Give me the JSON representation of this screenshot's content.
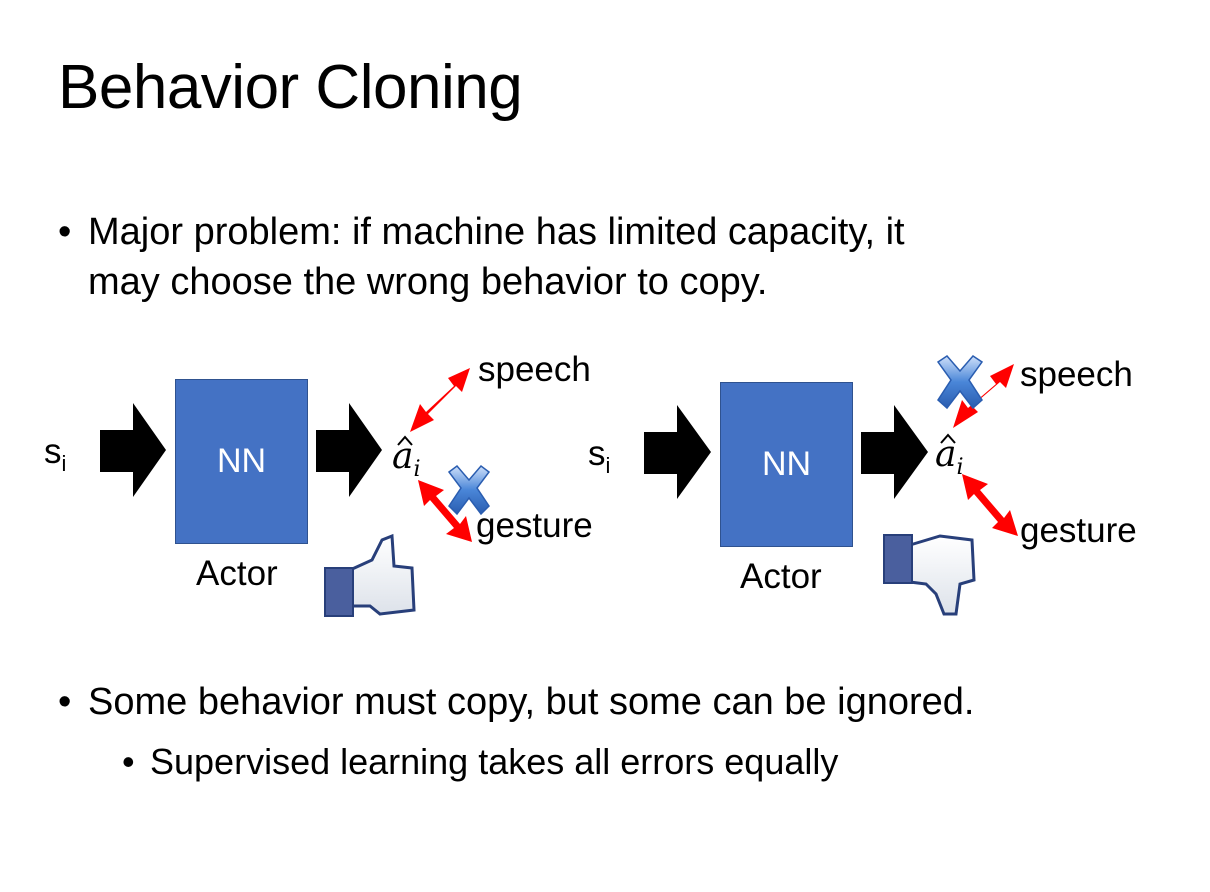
{
  "title": "Behavior Cloning",
  "bullets": [
    {
      "line1": "Major problem: if machine has limited capacity, it",
      "line2": "may choose the wrong behavior to copy."
    },
    {
      "text": "Some behavior must copy, but some can be ignored."
    }
  ],
  "sub_bullets": [
    {
      "text": "Supervised learning takes all errors equally"
    }
  ],
  "bullet_char": "•",
  "diagrams": [
    {
      "input": "s",
      "input_sub": "i",
      "box": "NN",
      "box_label": "Actor",
      "output": "a",
      "output_sub": "i",
      "targets": [
        "speech",
        "gesture"
      ],
      "crossed": "gesture",
      "verdict_icon": "thumbs-up-icon"
    },
    {
      "input": "s",
      "input_sub": "i",
      "box": "NN",
      "box_label": "Actor",
      "output": "a",
      "output_sub": "i",
      "targets": [
        "speech",
        "gesture"
      ],
      "crossed": "speech",
      "verdict_icon": "thumbs-down-icon"
    }
  ],
  "colors": {
    "box": "#4472c4",
    "arrow_red": "#ff0000",
    "cross_blue": "#4a86d8",
    "thumb_blue": "#3b5998"
  }
}
